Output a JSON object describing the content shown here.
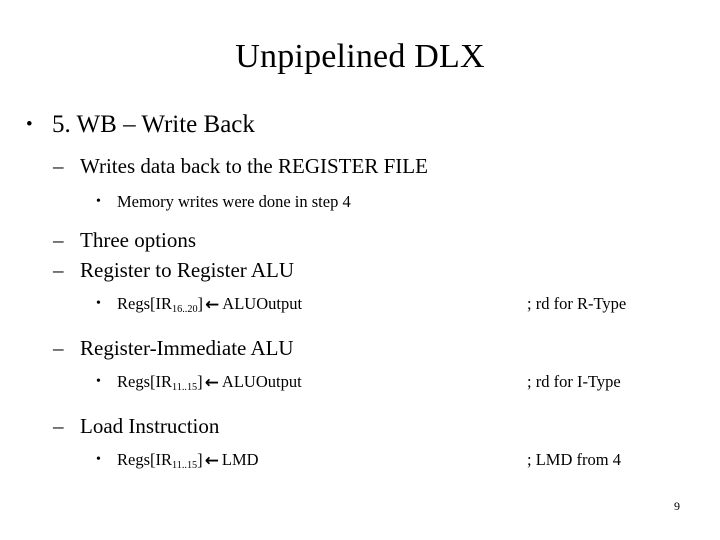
{
  "slide": {
    "title": "Unpipelined DLX",
    "page_number": "9",
    "background_color": "#ffffff",
    "text_color": "#000000"
  },
  "bullets": {
    "l1_wb": "5.  WB – Write Back",
    "l2_writes": "Writes data back to the REGISTER FILE",
    "l3_memory": "Memory writes were done in step 4",
    "l2_three_options": "Three options",
    "l2_reg_to_reg": "Register to Register ALU",
    "l2_reg_immediate": "Register-Immediate ALU",
    "l2_load_instruction": "Load Instruction"
  },
  "markers": {
    "dot": "•",
    "dash": "–",
    "arrow": "←"
  },
  "operations": [
    {
      "prefix": "Regs[IR",
      "subscript": "16..20",
      "suffix": "]",
      "arrow": "←",
      "source": "ALUOutput",
      "comment": "; rd for R-Type"
    },
    {
      "prefix": "Regs[IR",
      "subscript": "11..15",
      "suffix": "]",
      "arrow": "←",
      "source": "ALUOutput",
      "comment": "; rd for I-Type"
    },
    {
      "prefix": "Regs[IR",
      "subscript": "11..15",
      "suffix": "]",
      "arrow": "←",
      "source": "LMD",
      "comment": "; LMD from 4"
    }
  ]
}
